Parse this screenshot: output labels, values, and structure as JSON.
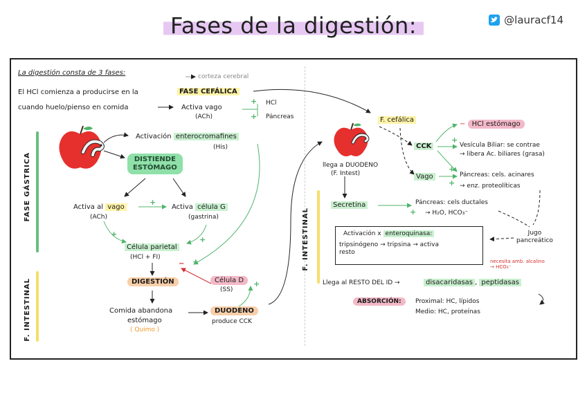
{
  "title": "Fases de la digestión:",
  "handle": "@lauracf14",
  "left": {
    "intro": "La digestión consta de 3 fases:",
    "cortex": "corteza cerebral",
    "hcl_line1": "El HCl comienza a producirse en la",
    "hcl_line2": "cuando huelo/pienso en comida",
    "fase_cefalica": "FASE CEFÁLICA",
    "activa_vago": "Activa vago",
    "ach": "(ACh)",
    "hcl": "HCl",
    "pancreas": "Páncreas",
    "fase_gastrica_label": "FASE GÁSTRICA",
    "activacion": "Activación",
    "enterocromafines": "enterocromafines",
    "his": "(His)",
    "distiende": "DISTIENDE\nESTÓMAGO",
    "activa_al": "Activa al",
    "vago": "vago",
    "ach2": "(ACh)",
    "activa_celula": "Activa",
    "celula_g": "célula G",
    "gastrina": "(gastrina)",
    "celula_parietal": "Célula parietal",
    "hcl_fi": "(HCl + FI)",
    "digestion": "DIGESTIÓN",
    "celula_d": "Célula D",
    "ss": "(SS)",
    "f_intestinal_label": "F. INTESTINAL",
    "comida_abandona": "Comida abandona",
    "estomago": "estómago",
    "quimo": "( Quimo )",
    "duodeno": "DUODENO",
    "produce_cck": "produce CCK"
  },
  "right": {
    "f_cefalica": "F. cefálica",
    "hcl_estomago": "HCl estómago",
    "cck": "CCK",
    "vesicula": "Vesícula Biliar: se contrae",
    "libera": "→ libera Ac. biliares (grasa)",
    "llega_duodeno": "llega a DUODENO",
    "f_intest": "(F. Intest)",
    "vago": "Vago",
    "pancreas_acinares": "Páncreas: cels. acinares",
    "enz": "→ enz. proteolíticas",
    "f_intestinal_label": "F. INTESTINAL",
    "secretina": "Secretina",
    "pancreas_ductales": "Páncreas: cels ductales",
    "h2o": "→ H₂O, HCO₃⁻",
    "jugo": "Jugo\npancreático",
    "activacion_x": "Activación x",
    "enteroquinasa": "enteroquinasa:",
    "tripsinogeno": "tripsinógeno → tripsina → activa\nresto",
    "necesita": "necesita amb. alcalino\n→ HCO₃⁻",
    "llega_resto": "Llega al RESTO DEL ID →",
    "disacaridasas": "disacaridasas",
    "peptidasas": "peptidasas",
    "absorcion": "ABSORCIÓN:",
    "proximal": "Proximal: HC, lípidos",
    "medio": "Medio: HC, proteínas"
  },
  "colors": {
    "green": "#4fb46a",
    "yellow": "#fff3a8",
    "pink": "#f3b9c8",
    "orange": "#f8cfaa",
    "red": "#d43030",
    "purple": "#e6c8f2"
  }
}
